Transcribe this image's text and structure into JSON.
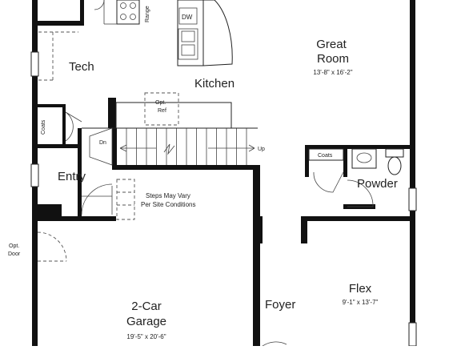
{
  "rooms": {
    "tech": "Tech",
    "kitchen": "Kitchen",
    "great_room": {
      "name_line1": "Great",
      "name_line2": "Room",
      "dims": "13'-8\" x 16'-2\""
    },
    "entry": "Entry",
    "powder": "Powder",
    "garage": {
      "name_line1": "2-Car",
      "name_line2": "Garage",
      "dims": "19'-5\" x 20'-6\""
    },
    "foyer": "Foyer",
    "flex": {
      "name": "Flex",
      "dims": "9'-1\" x 13'-7\""
    }
  },
  "fixtures": {
    "range": "Range",
    "dishwasher": "DW",
    "opt_ref_line1": "Opt.",
    "opt_ref_line2": "Ref",
    "coats_entry": "Coats",
    "coats_powder": "Coats",
    "stair_down": "Dn",
    "stair_up": "Up"
  },
  "notes": {
    "steps_line1": "Steps May Vary",
    "steps_line2": "Per Site Conditions",
    "opt_door_line1": "Opt.",
    "opt_door_line2": "Door"
  }
}
